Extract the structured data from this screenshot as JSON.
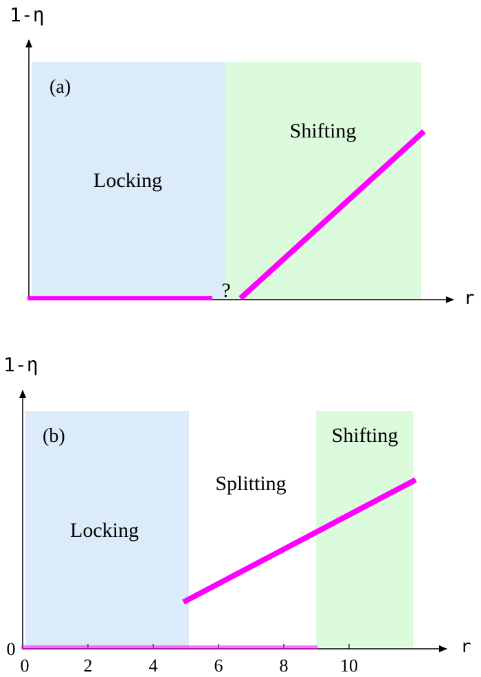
{
  "colors": {
    "locking_region": "#dcebfa",
    "shifting_region": "#dcfadc",
    "curve": "#ff00ff",
    "axis": "#000000"
  },
  "panel_a": {
    "label": "(a)",
    "y_axis_label": "1-η",
    "x_axis_label": "r",
    "regions": {
      "locking": "Locking",
      "shifting": "Shifting"
    },
    "gap_marker": "?"
  },
  "panel_b": {
    "label": "(b)",
    "y_axis_label": "1-η",
    "x_axis_label": "r",
    "regions": {
      "locking": "Locking",
      "splitting": "Splitting",
      "shifting": "Shifting"
    },
    "y_origin_label": "0",
    "x_ticks": [
      "0",
      "2",
      "4",
      "6",
      "8",
      "10"
    ]
  }
}
